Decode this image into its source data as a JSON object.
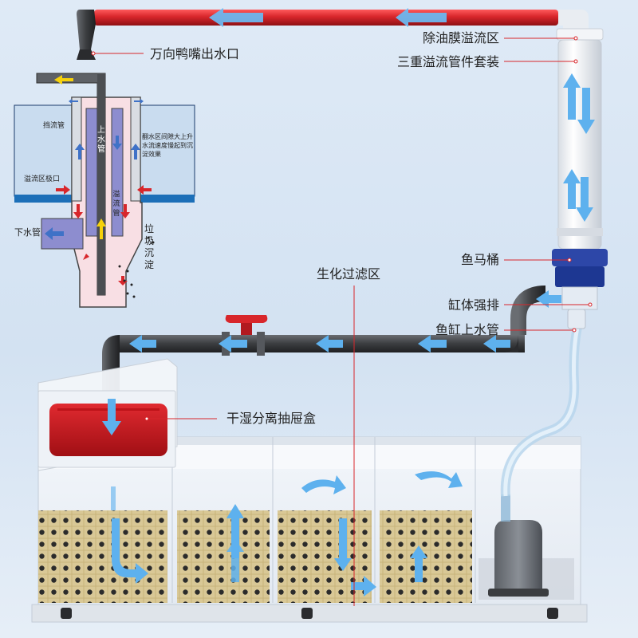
{
  "labels": {
    "nozzle_outlet": "万向鸭嘴出水口",
    "skimmer_overflow": "除油膜溢流区",
    "triple_overflow_kit": "三重溢流管件套装",
    "toilet_box": "鱼马桶",
    "forced_drain": "缸体强排",
    "tank_inlet_pipe": "鱼缸上水管",
    "bio_filter_zone": "生化过滤区",
    "wet_dry_drawer": "干湿分离抽屉盒"
  },
  "inset": {
    "baffle_pipe": "挡流管",
    "overflow_port": "溢流区极口",
    "drain_pipe": "下水管",
    "up_pipe": "上水管",
    "overflow_pipe": "溢流管",
    "note": "翻水区间隙大上升水流速度慢起到沉淀效果",
    "sediment": "垃圾沉淀"
  },
  "colors": {
    "red_pipe": "#d8262b",
    "dark_pipe": "#3b3d40",
    "flow_arrow": "#4aa3e6",
    "drawer_red": "#c8161d",
    "sponge": "#d9c896",
    "inset_water": "#c9dcef",
    "inset_chamber": "#f8dfe4",
    "yellow_arrow": "#f6d10a"
  },
  "icons": [
    "flow-arrow-icon",
    "valve-icon",
    "pump-icon",
    "sponge-block-icon"
  ]
}
